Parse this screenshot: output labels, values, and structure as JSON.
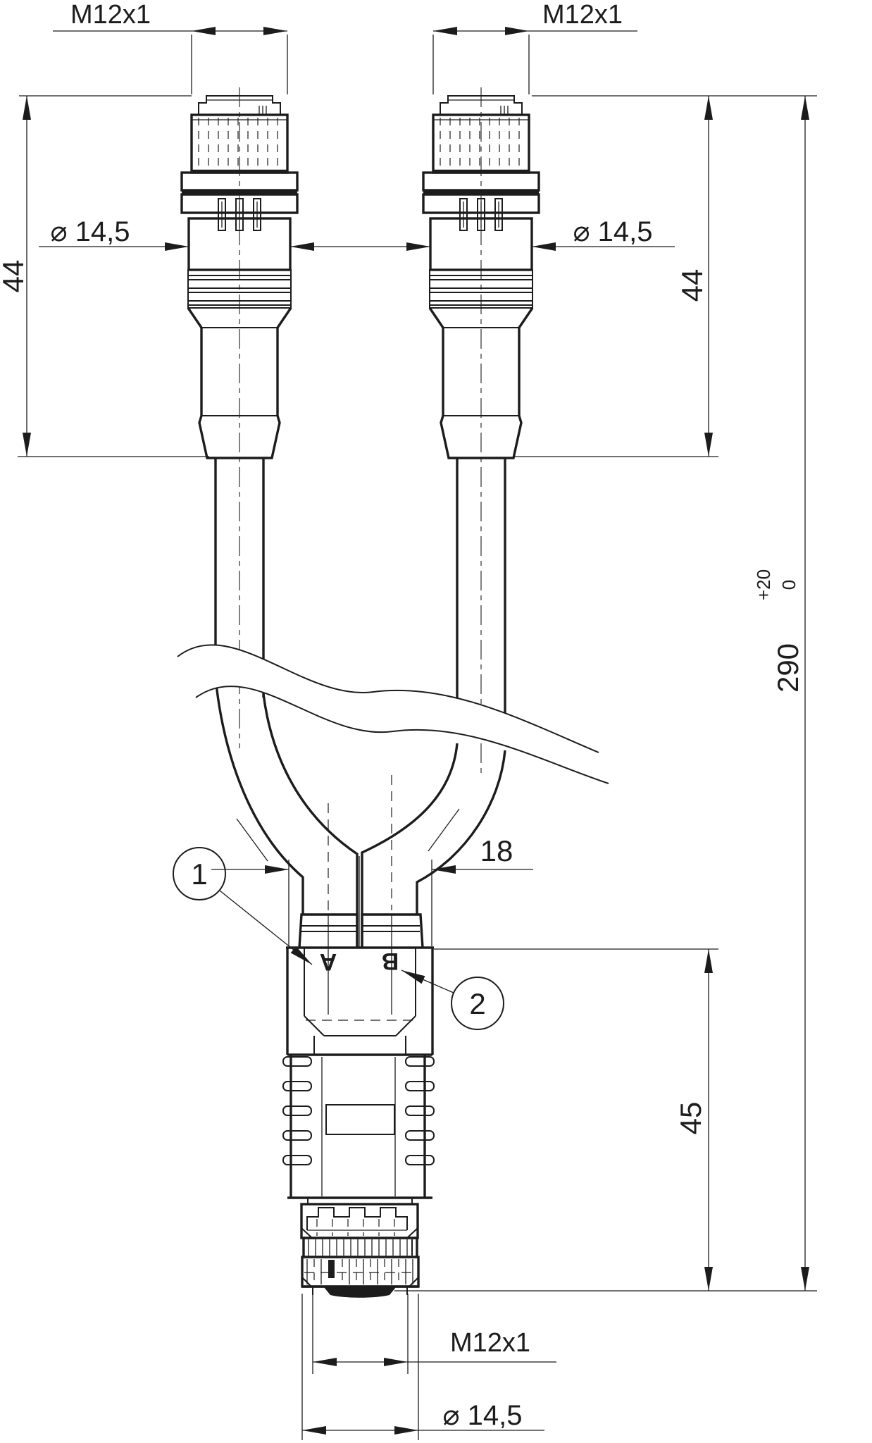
{
  "drawing": {
    "kind": "technical-dimension-drawing",
    "subject": "M12 Y-distributor cable with two male connectors and one coupling connector",
    "colors": {
      "line": "#1c1c1c",
      "background": "#ffffff"
    },
    "dims": {
      "thread_top_left": "M12x1",
      "thread_top_right": "M12x1",
      "thread_bottom": "M12x1",
      "dia_left": "⌀ 14,5",
      "dia_right": "⌀ 14,5",
      "dia_bottom": "⌀ 14,5",
      "connector_len_left": "44",
      "connector_len_right": "44",
      "overall_len": "290",
      "overall_tol_upper": "+20",
      "overall_tol_lower": "0",
      "body_width": "18",
      "body_len": "45"
    },
    "callouts": {
      "one": "1",
      "two": "2"
    },
    "port_markings": {
      "a": "A",
      "b": "B"
    }
  }
}
